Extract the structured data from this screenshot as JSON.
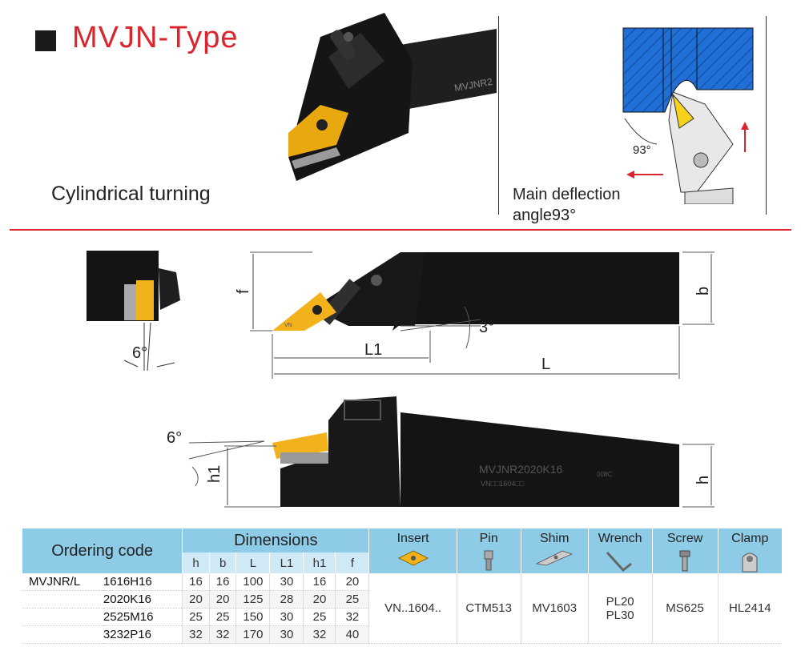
{
  "title": "MVJN-Type",
  "subtitle": "Cylindrical turning",
  "photo_label": "MVJNR2",
  "deflection": {
    "line1": "Main deflection",
    "line2": "angle93°",
    "angle_label": "93°"
  },
  "drawing": {
    "top": {
      "f": "f",
      "b": "b",
      "L1": "L1",
      "L": "L",
      "angle3": "3°",
      "angle6": "6°",
      "insert_mark": "VN"
    },
    "side": {
      "h1": "h1",
      "h": "h",
      "angle6": "6°",
      "model": "MVJNR2020K16",
      "mark1": "VN□□1604□□",
      "mark2": "008C"
    }
  },
  "colors": {
    "accent_red": "#d9252b",
    "header_blue": "#8ecbe6",
    "header_light": "#cfe9f6",
    "insert_gold": "#f2b21c"
  },
  "table": {
    "ordering_code_label": "Ordering code",
    "dimensions_label": "Dimensions",
    "dim_cols": [
      "h",
      "b",
      "L",
      "L1",
      "h1",
      "f"
    ],
    "accessories": [
      {
        "label": "Insert",
        "icon": "insert-icon"
      },
      {
        "label": "Pin",
        "icon": "pin-icon"
      },
      {
        "label": "Shim",
        "icon": "shim-icon"
      },
      {
        "label": "Wrench",
        "icon": "wrench-icon"
      },
      {
        "label": "Screw",
        "icon": "screw-icon"
      },
      {
        "label": "Clamp",
        "icon": "clamp-icon"
      }
    ],
    "series": "MVJNR/L",
    "rows": [
      {
        "code": "1616H16",
        "values": [
          "16",
          "16",
          "100",
          "30",
          "16",
          "20"
        ]
      },
      {
        "code": "2020K16",
        "values": [
          "20",
          "20",
          "125",
          "28",
          "20",
          "25"
        ]
      },
      {
        "code": "2525M16",
        "values": [
          "25",
          "25",
          "150",
          "30",
          "25",
          "32"
        ]
      },
      {
        "code": "3232P16",
        "values": [
          "32",
          "32",
          "170",
          "30",
          "32",
          "40"
        ]
      }
    ],
    "accessory_values": {
      "insert": "VN..1604..",
      "pin": "CTM513",
      "shim": "MV1603",
      "wrench_1": "PL20",
      "wrench_2": "PL30",
      "screw": "MS625",
      "clamp": "HL2414"
    }
  }
}
